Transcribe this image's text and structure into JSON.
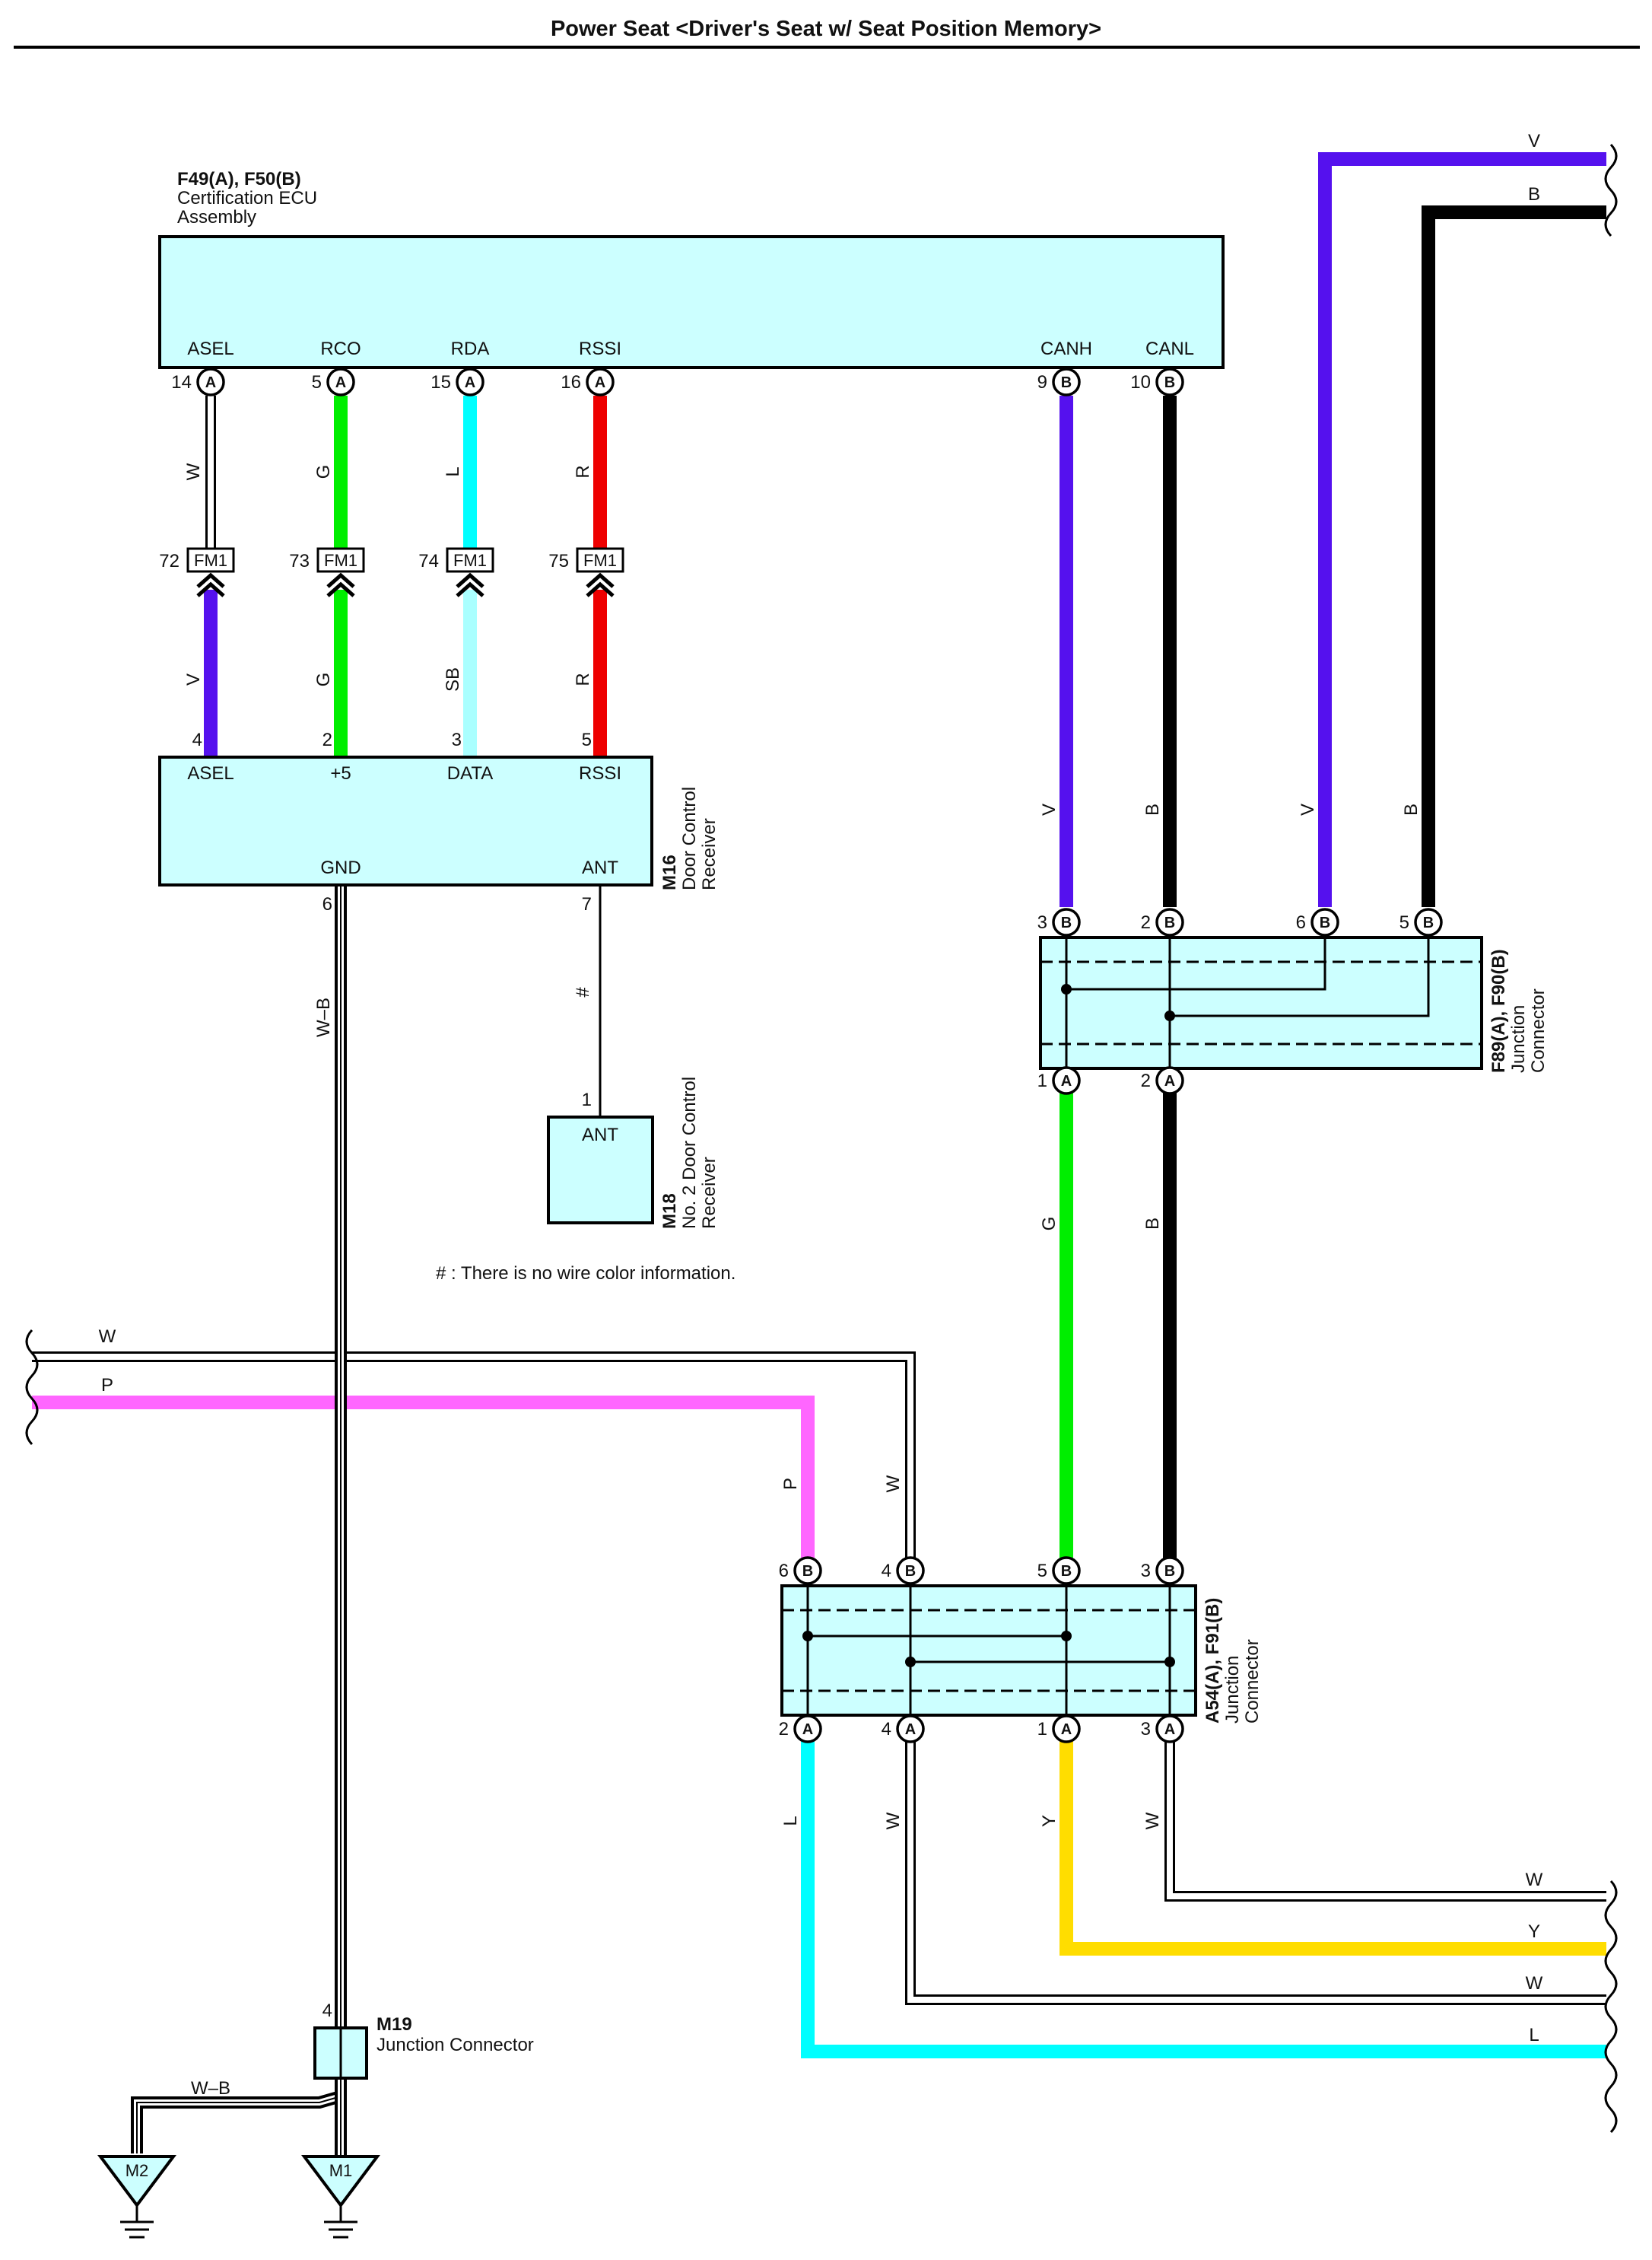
{
  "title": "Power Seat <Driver's Seat w/ Seat Position Memory>",
  "colors": {
    "V": "#5511ee",
    "B": "#000000",
    "G": "#00ee00",
    "L": "#00ffff",
    "SB": "#aaffff",
    "R": "#ee0000",
    "P": "#ff66ff",
    "Y": "#ffdd00",
    "W": "#ffffff",
    "box_fill": "#ccffff"
  },
  "components": {
    "ecu": {
      "code": "F49(A), F50(B)",
      "name1": "Certification ECU",
      "name2": "Assembly",
      "pins": {
        "asel": "ASEL",
        "rco": "RCO",
        "rda": "RDA",
        "rssi": "RSSI",
        "canh": "CANH",
        "canl": "CANL"
      },
      "nums": {
        "asel": "14",
        "rco": "5",
        "rda": "15",
        "rssi": "16",
        "canh": "9",
        "canl": "10"
      }
    },
    "m16": {
      "code": "M16",
      "name1": "Door Control",
      "name2": "Receiver",
      "pins": {
        "asel": "ASEL",
        "p5": "+5",
        "data": "DATA",
        "rssi": "RSSI",
        "gnd": "GND",
        "ant": "ANT"
      },
      "nums": {
        "asel": "4",
        "p5": "2",
        "data": "3",
        "rssi": "5",
        "gnd": "6",
        "ant": "7"
      }
    },
    "m18": {
      "code": "M18",
      "name1": "No. 2 Door Control",
      "name2": "Receiver",
      "pin": "ANT",
      "num": "1"
    },
    "m19": {
      "code": "M19",
      "name": "Junction Connector",
      "num": "4"
    },
    "f89": {
      "code": "F89(A), F90(B)",
      "name1": "Junction",
      "name2": "Connector",
      "top": [
        "3",
        "2",
        "6",
        "5"
      ],
      "bottom": [
        "1",
        "2"
      ]
    },
    "a54": {
      "code": "A54(A), F91(B)",
      "name1": "Junction",
      "name2": "Connector",
      "top": [
        "6",
        "4",
        "5",
        "3"
      ],
      "bottom": [
        "2",
        "4",
        "1",
        "3"
      ]
    },
    "fm1": {
      "label": "FM1",
      "nums": [
        "72",
        "73",
        "74",
        "75"
      ]
    },
    "grounds": {
      "m2": "M2",
      "m1": "M1"
    }
  },
  "pin_letters": {
    "a": "A",
    "b": "B"
  },
  "wires": {
    "ecu_asel": "W",
    "ecu_rco": "G",
    "ecu_rda": "L",
    "ecu_rssi": "R",
    "m16_asel": "V",
    "m16_p5": "G",
    "m16_data": "SB",
    "m16_rssi": "R",
    "gnd": "W–B",
    "ant": "#",
    "canh": "V",
    "canl": "B",
    "right_v": "V",
    "right_b": "B",
    "j_g": "G",
    "j_b": "B",
    "left_w": "W",
    "left_p": "P",
    "to_p": "P",
    "to_w": "W",
    "out_l": "L",
    "out_w4": "W",
    "out_y": "Y",
    "out_w3": "W",
    "end_w1": "W",
    "end_y": "Y",
    "end_w2": "W",
    "end_l": "L",
    "top_v": "V",
    "top_b": "B",
    "ground_wb": "W–B"
  },
  "note": "# : There is no wire color information."
}
